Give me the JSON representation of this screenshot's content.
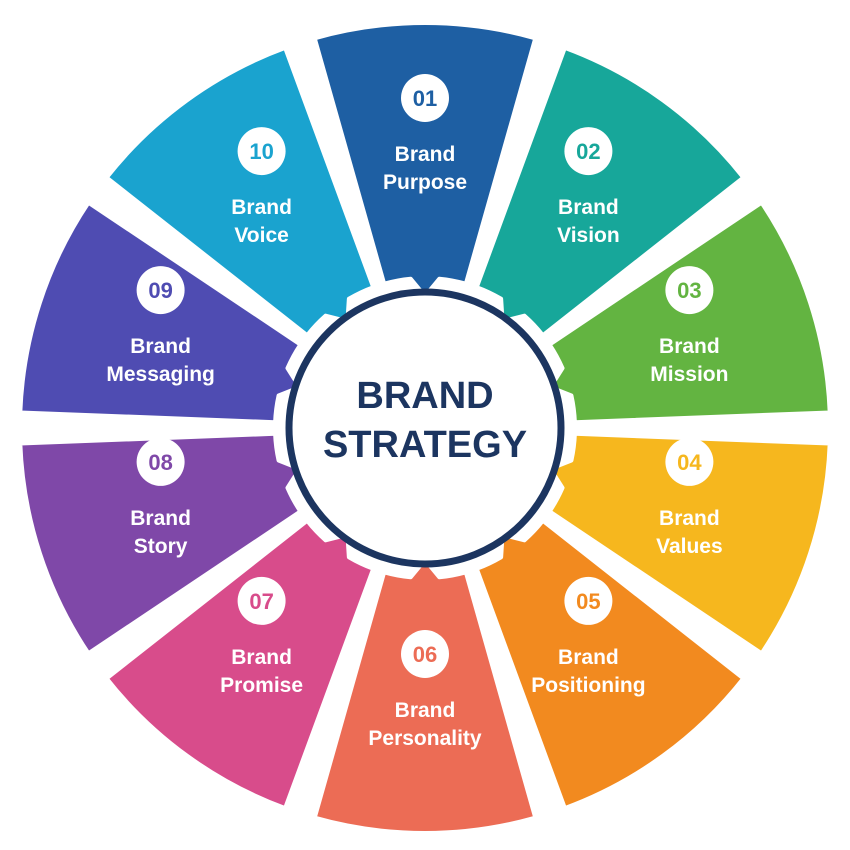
{
  "center": {
    "title_line1": "BRAND",
    "title_line2": "STRATEGY",
    "text_color": "#1c3560",
    "ring_color": "#1c3560"
  },
  "segments": [
    {
      "number": "01",
      "line1": "Brand",
      "line2": "Purpose",
      "color": "#1e5fa3"
    },
    {
      "number": "02",
      "line1": "Brand",
      "line2": "Vision",
      "color": "#17a79a"
    },
    {
      "number": "03",
      "line1": "Brand",
      "line2": "Mission",
      "color": "#63b441"
    },
    {
      "number": "04",
      "line1": "Brand",
      "line2": "Values",
      "color": "#f6b71e"
    },
    {
      "number": "05",
      "line1": "Brand",
      "line2": "Positioning",
      "color": "#f28a1f"
    },
    {
      "number": "06",
      "line1": "Brand",
      "line2": "Personality",
      "color": "#ec6c55"
    },
    {
      "number": "07",
      "line1": "Brand",
      "line2": "Promise",
      "color": "#d84c8b"
    },
    {
      "number": "08",
      "line1": "Brand",
      "line2": "Story",
      "color": "#7f48a8"
    },
    {
      "number": "09",
      "line1": "Brand",
      "line2": "Messaging",
      "color": "#4f4cb2"
    },
    {
      "number": "10",
      "line1": "Brand",
      "line2": "Voice",
      "color": "#1aa3cf"
    }
  ]
}
